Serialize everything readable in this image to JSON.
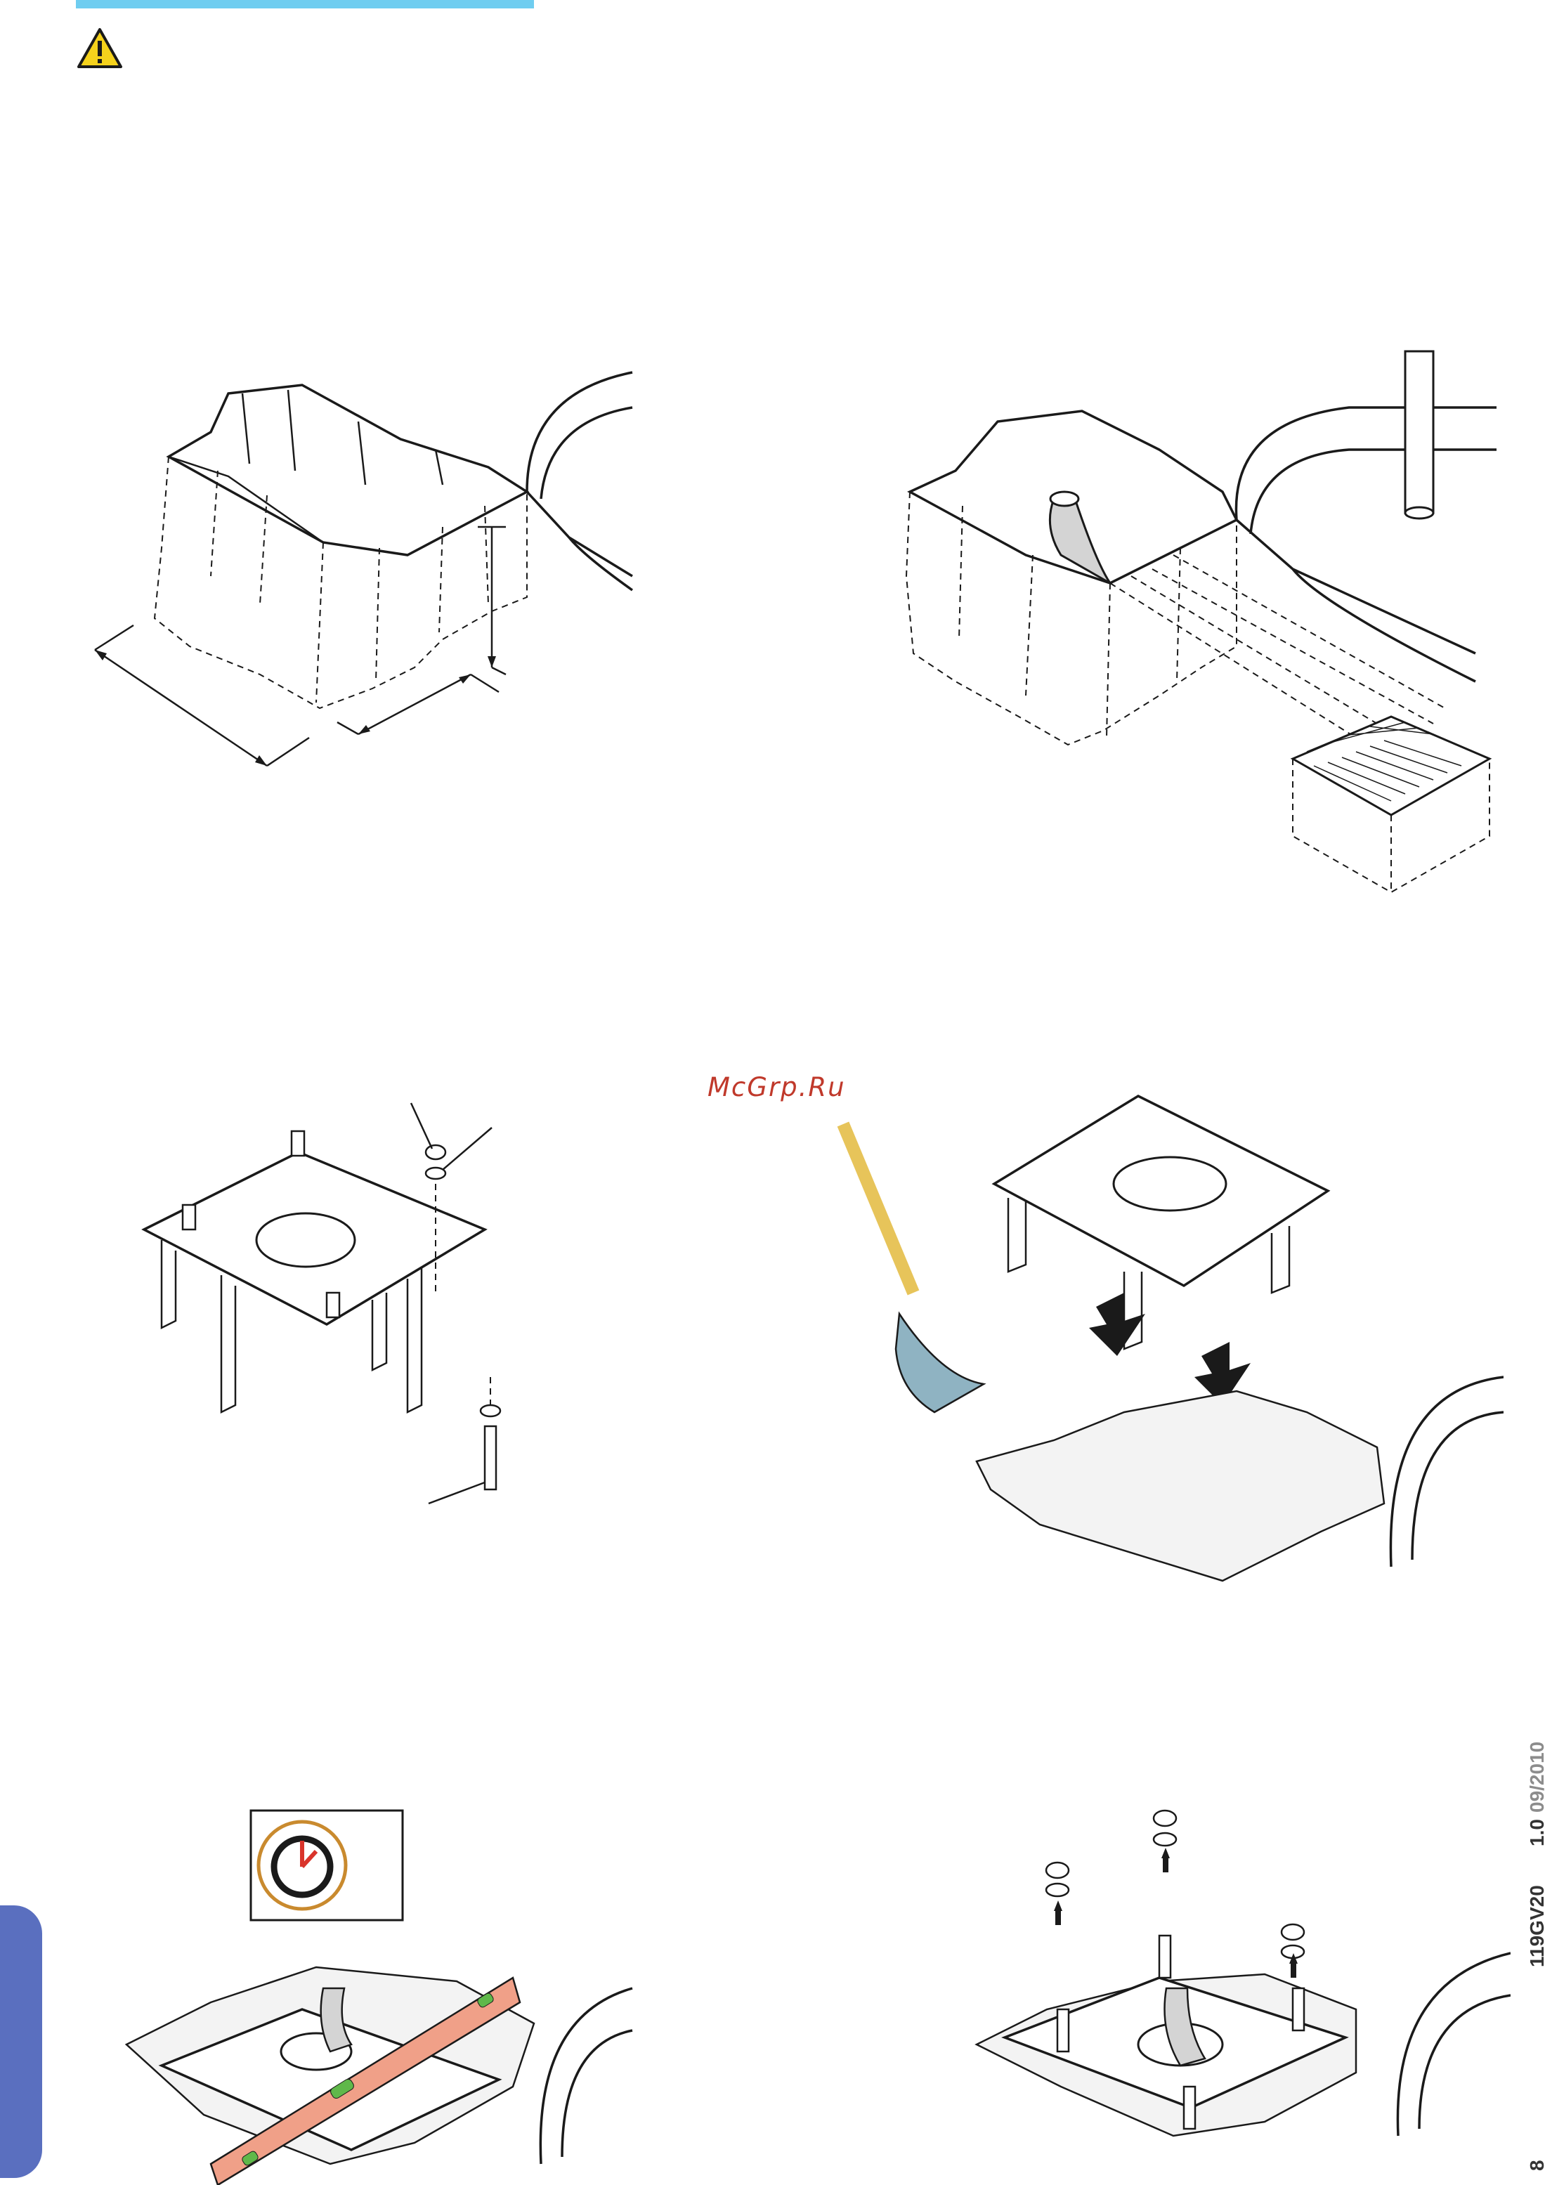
{
  "colors": {
    "accent_bar": "#6fcdf0",
    "warning_fill": "#f5d21c",
    "side_tab": "#5a6fbf",
    "watermark": "#c0392b",
    "level_tool": "#f0a088",
    "level_bubble": "#5fb84a",
    "clock_ring": "#c98a2e",
    "clock_hand": "#d9342b",
    "shovel_handle": "#e7c45a",
    "shovel_blade": "#8fb3c2",
    "footer_text": "#333333",
    "footer_date": "#8c8c8c"
  },
  "icons": {
    "warning": "warning-triangle-icon",
    "timer": "curing-time-clock-icon"
  },
  "watermark": "McGrp.Ru",
  "footer": {
    "page_number": "8",
    "doc_code": "119GV20",
    "version": "1.0",
    "date": "09/2010"
  }
}
